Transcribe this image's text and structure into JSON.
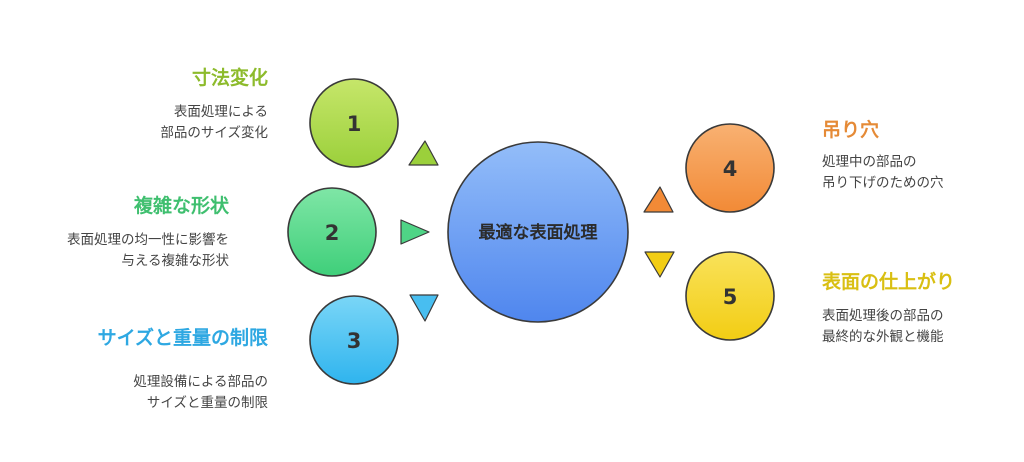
{
  "center": {
    "label": "最適な表面処理",
    "color": "#6f9ef4"
  },
  "factors": [
    {
      "number": "1",
      "title": "寸法変化",
      "desc": [
        "表面処理による",
        "部品のサイズ変化"
      ],
      "color": "#a9d84b",
      "title_color": "#8dbb2c"
    },
    {
      "number": "2",
      "title": "複雑な形状",
      "desc": [
        "表面処理の均一性に影響を",
        "与える複雑な形状"
      ],
      "color": "#58d98c",
      "title_color": "#3fbf6f"
    },
    {
      "number": "3",
      "title": "サイズと重量の制限",
      "desc": [
        "処理設備による部品の",
        "サイズと重量の制限"
      ],
      "color": "#4cc3f0",
      "title_color": "#2ea8e2"
    },
    {
      "number": "4",
      "title": "吊り穴",
      "desc": [
        "処理中の部品の",
        "吊り下げのための穴"
      ],
      "color": "#f59a4c",
      "title_color": "#e58a36"
    },
    {
      "number": "5",
      "title": "表面の仕上がり",
      "desc": [
        "表面処理後の部品の",
        "最終的な外観と機能"
      ],
      "color": "#f5d92e",
      "title_color": "#d9bf12"
    }
  ]
}
